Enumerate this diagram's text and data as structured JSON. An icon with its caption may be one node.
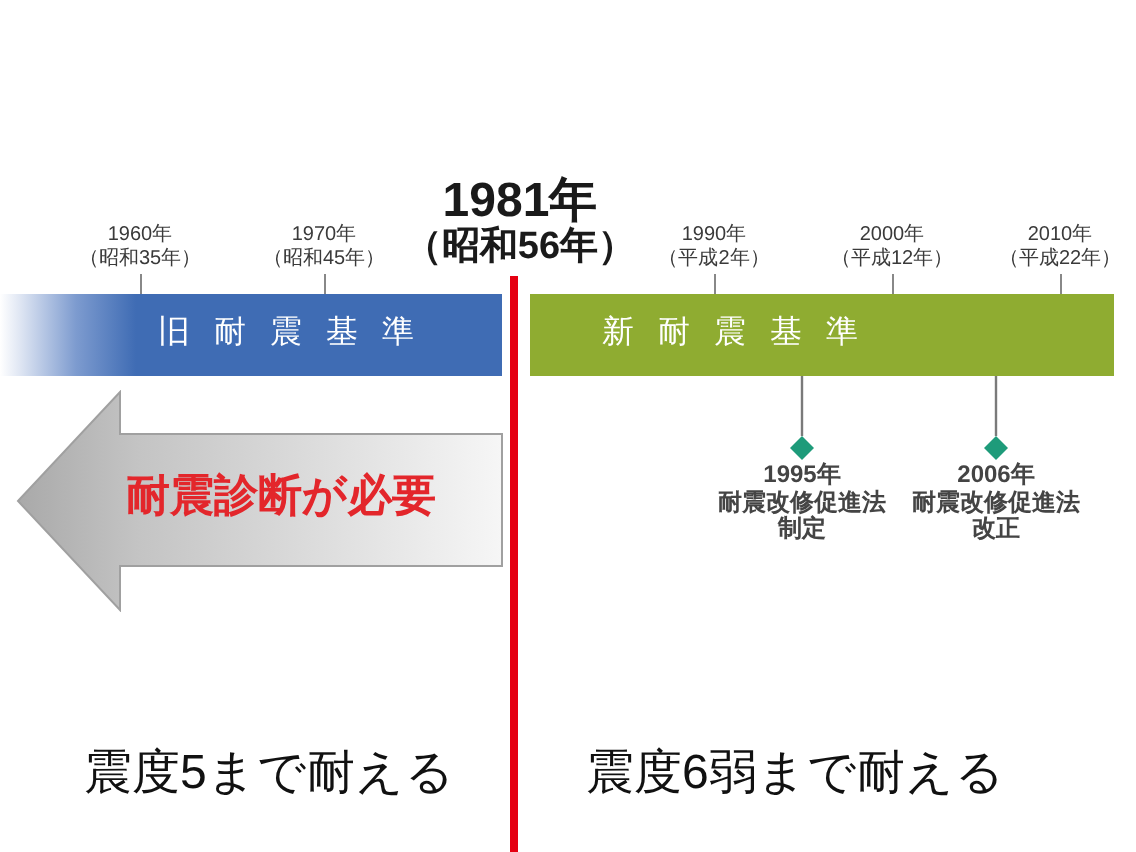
{
  "diagram": {
    "nodes": [
      {
        "text": [
          "旧耐震基準"
        ]
      },
      {
        "text": [
          "新耐震基準"
        ]
      },
      {
        "text": [
          "耐震診断が必要"
        ]
      },
      {
        "text": [],
        "shape": "diamond",
        "beside": [
          "1995年",
          "耐震改修促進法制定"
        ]
      },
      {
        "text": [],
        "shape": "diamond",
        "beside": [
          "2006年",
          "耐震改修促進法改正"
        ]
      }
    ],
    "edges": [
      {
        "from": 1,
        "to": 3,
        "arrow": "none"
      },
      {
        "from": 1,
        "to": 4,
        "arrow": "none"
      }
    ],
    "labels": [
      "1981年（昭和56年）",
      "1960年（昭和35年）",
      "1970年（昭和45年）",
      "1990年（平成2年）",
      "2000年（平成12年）",
      "2010年（平成22年）",
      "震度5まで耐える",
      "震度6弱まで耐える"
    ]
  }
}
